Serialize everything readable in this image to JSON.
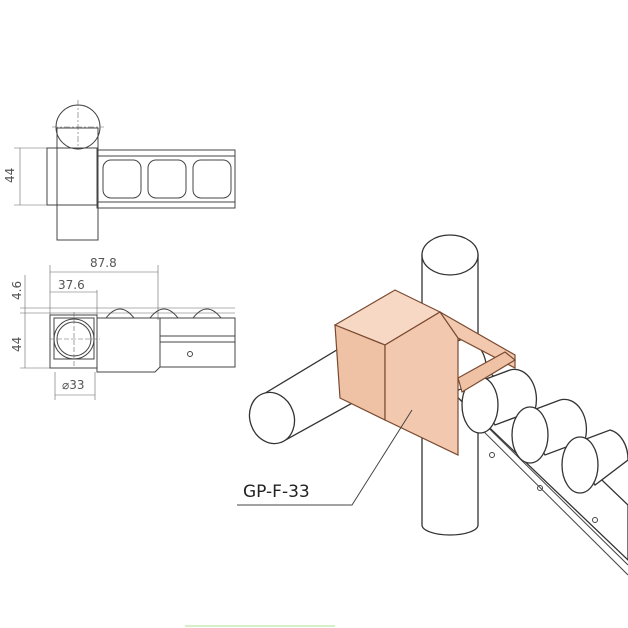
{
  "part_label": "GP-F-33",
  "dimensions": {
    "height_top_view": "44",
    "overall_length": "87.8",
    "clamp_width": "37.6",
    "offset": "4.6",
    "height_side_view": "44",
    "pipe_diameter": "⌀33"
  },
  "colors": {
    "clamp": "#f2c8ae",
    "clamp_edge": "#7a4a30",
    "line": "#333333"
  }
}
